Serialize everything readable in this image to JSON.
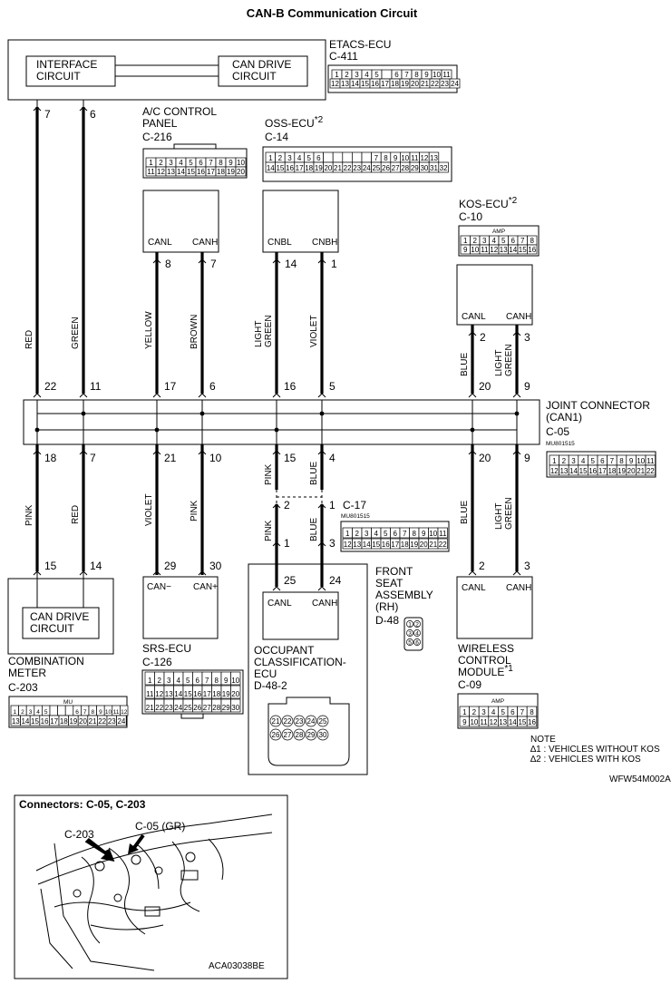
{
  "title": "CAN-B Communication Circuit",
  "etacs": {
    "name": "ETACS-ECU",
    "conn": "C-411",
    "iface": [
      "INTERFACE",
      "CIRCUIT"
    ],
    "candrive": [
      "CAN DRIVE",
      "CIRCUIT"
    ],
    "pinA": "7",
    "pinB": "6",
    "row1": [
      "1",
      "2",
      "3",
      "4",
      "5",
      "",
      "6",
      "7",
      "8",
      "9",
      "10",
      "11"
    ],
    "row2": [
      "12",
      "13",
      "14",
      "15",
      "16",
      "17",
      "18",
      "19",
      "20",
      "21",
      "22",
      "23",
      "24"
    ]
  },
  "ac": {
    "name": [
      "A/C CONTROL",
      "PANEL"
    ],
    "conn": "C-216",
    "canl": "CANL",
    "canh": "CANH",
    "pinA": "8",
    "pinB": "7",
    "row1": [
      "1",
      "2",
      "3",
      "4",
      "5",
      "6",
      "7",
      "8",
      "9",
      "10"
    ],
    "row2": [
      "11",
      "12",
      "13",
      "14",
      "15",
      "16",
      "17",
      "18",
      "19",
      "20"
    ]
  },
  "oss": {
    "name": "OSS-ECU",
    "mark": "*2",
    "conn": "C-14",
    "canl": "CNBL",
    "canh": "CNBH",
    "pinA": "14",
    "pinB": "1",
    "row1": [
      "1",
      "2",
      "3",
      "4",
      "5",
      "6",
      "",
      "",
      "",
      "",
      "",
      "7",
      "8",
      "9",
      "10",
      "11",
      "12",
      "13"
    ],
    "row2": [
      "14",
      "15",
      "16",
      "17",
      "18",
      "19",
      "20",
      "21",
      "22",
      "23",
      "24",
      "25",
      "26",
      "27",
      "28",
      "29",
      "30",
      "31",
      "32"
    ]
  },
  "kos": {
    "name": "KOS-ECU",
    "mark": "*2",
    "conn": "C-10",
    "tag": "AMP",
    "canl": "CANL",
    "canh": "CANH",
    "pinA": "2",
    "pinB": "3",
    "row1": [
      "1",
      "2",
      "3",
      "4",
      "5",
      "6",
      "7",
      "8"
    ],
    "row2": [
      "9",
      "10",
      "11",
      "12",
      "13",
      "14",
      "15",
      "16"
    ]
  },
  "wires_top": {
    "red": "RED",
    "green": "GREEN",
    "yellow": "YELLOW",
    "brown": "BROWN",
    "lightgreen": [
      "LIGHT",
      "GREEN"
    ],
    "violet": "VIOLET",
    "blue": "BLUE"
  },
  "joint": {
    "name": [
      "JOINT CONNECTOR",
      "(CAN1)"
    ],
    "conn": "C-05",
    "code": "MU801515",
    "top_pins": [
      "22",
      "11",
      "17",
      "6",
      "16",
      "5",
      "20",
      "9"
    ],
    "bottom_pins": [
      "18",
      "7",
      "21",
      "10",
      "15",
      "4",
      "20",
      "9"
    ],
    "row1": [
      "1",
      "2",
      "3",
      "4",
      "5",
      "6",
      "7",
      "8",
      "9",
      "10",
      "11"
    ],
    "row2": [
      "12",
      "13",
      "14",
      "15",
      "16",
      "17",
      "18",
      "19",
      "20",
      "21",
      "22"
    ]
  },
  "wires_bottom": {
    "pink": "PINK",
    "red": "RED",
    "violet": "VIOLET",
    "blue": "BLUE",
    "lightgreen": [
      "LIGHT",
      "GREEN"
    ]
  },
  "c17": {
    "conn": "C-17",
    "code": "MU801515",
    "pin2": "2",
    "pin1": "1",
    "pin1b": "1",
    "pin3": "3",
    "row1": [
      "1",
      "2",
      "3",
      "4",
      "5",
      "6",
      "7",
      "8",
      "9",
      "10",
      "11"
    ],
    "row2": [
      "12",
      "13",
      "14",
      "15",
      "16",
      "17",
      "18",
      "19",
      "20",
      "21",
      "22"
    ]
  },
  "combo": {
    "name": [
      "COMBINATION",
      "METER"
    ],
    "conn": "C-203",
    "tag": "MU",
    "candrive": [
      "CAN DRIVE",
      "CIRCUIT"
    ],
    "pinA": "15",
    "pinB": "14",
    "row1": [
      "1",
      "2",
      "3",
      "4",
      "5",
      "",
      "",
      "",
      "6",
      "7",
      "8",
      "9",
      "10",
      "11",
      "12"
    ],
    "row2": [
      "13",
      "14",
      "15",
      "16",
      "17",
      "18",
      "19",
      "20",
      "21",
      "22",
      "23",
      "24"
    ]
  },
  "srs": {
    "name": "SRS-ECU",
    "conn": "C-126",
    "canl": "CAN−",
    "canh": "CAN+",
    "pinA": "29",
    "pinB": "30",
    "row1": [
      "1",
      "2",
      "3",
      "4",
      "5",
      "6",
      "7",
      "8",
      "9",
      "10"
    ],
    "row2": [
      "11",
      "12",
      "13",
      "14",
      "15",
      "16",
      "17",
      "18",
      "19",
      "20"
    ],
    "row3": [
      "21",
      "22",
      "23",
      "24",
      "25",
      "26",
      "27",
      "28",
      "29",
      "30"
    ]
  },
  "occ": {
    "name": [
      "OCCUPANT",
      "CLASSIFICATION-",
      "ECU"
    ],
    "conn": "D-48-2",
    "canl": "CANL",
    "canh": "CANH",
    "pinA": "25",
    "pinB": "24",
    "row1": [
      "21",
      "22",
      "23",
      "24",
      "25"
    ],
    "row2": [
      "26",
      "27",
      "28",
      "29",
      "30"
    ]
  },
  "seat": {
    "name": [
      "FRONT",
      "SEAT",
      "ASSEMBLY",
      "(RH)"
    ],
    "conn": "D-48",
    "pins": [
      "1",
      "2",
      "3",
      "4",
      "5",
      "6"
    ]
  },
  "wcm": {
    "name": [
      "WIRELESS",
      "CONTROL",
      "MODULE"
    ],
    "mark": "*1",
    "conn": "C-09",
    "tag": "AMP",
    "canl": "CANL",
    "canh": "CANH",
    "pinA": "2",
    "pinB": "3",
    "row1": [
      "1",
      "2",
      "3",
      "4",
      "5",
      "6",
      "7",
      "8"
    ],
    "row2": [
      "9",
      "10",
      "11",
      "12",
      "13",
      "14",
      "15",
      "16"
    ]
  },
  "note": {
    "title": "NOTE",
    "n1": "∆1 : VEHICLES WITHOUT KOS",
    "n2": "∆2 : VEHICLES WITH KOS",
    "code": "WFW54M002A"
  },
  "inset": {
    "title": "Connectors: C-05, C-203",
    "c203": "C-203",
    "c05": "C-05 (GR)",
    "code": "ACA03038BE"
  }
}
